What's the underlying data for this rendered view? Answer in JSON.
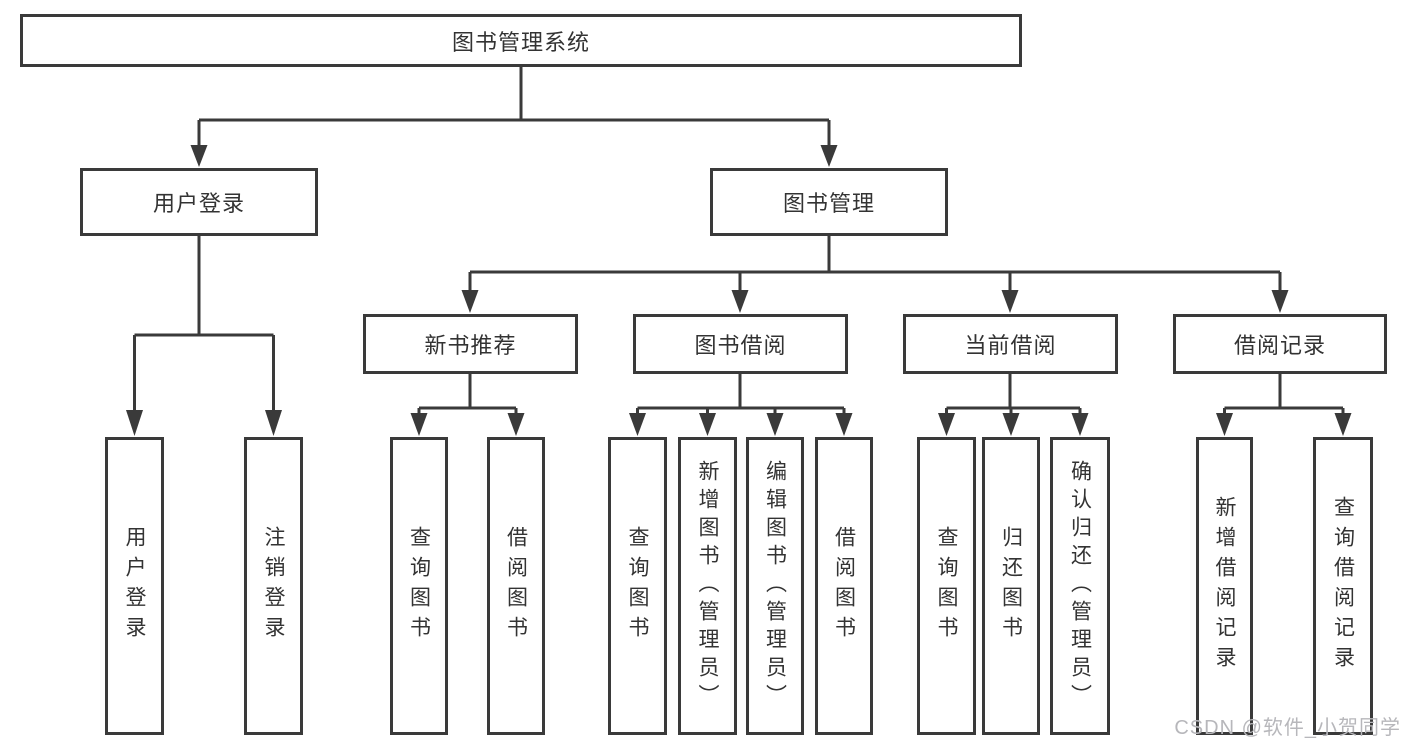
{
  "diagram_title": "图书管理系统",
  "root": {
    "label": "图书管理系统"
  },
  "branches": [
    {
      "label": "用户登录"
    },
    {
      "label": "图书管理"
    }
  ],
  "modules": [
    {
      "label": "新书推荐"
    },
    {
      "label": "图书借阅"
    },
    {
      "label": "当前借阅"
    },
    {
      "label": "借阅记录"
    }
  ],
  "leaves": [
    {
      "label": "用户登录"
    },
    {
      "label": "注销登录"
    },
    {
      "label": "查询图书"
    },
    {
      "label": "借阅图书"
    },
    {
      "label": "查询图书"
    },
    {
      "label": "新增图书（管理员）"
    },
    {
      "label": "编辑图书（管理员）"
    },
    {
      "label": "借阅图书"
    },
    {
      "label": "查询图书"
    },
    {
      "label": "归还图书"
    },
    {
      "label": "确认归还（管理员）"
    },
    {
      "label": "新增借阅记录"
    },
    {
      "label": "查询借阅记录"
    }
  ],
  "watermark": {
    "text": "CSDN @软件_小贺同学"
  },
  "colors": {
    "line": "#3a3a3a",
    "text": "#333333",
    "background": "#ffffff",
    "watermark": "#b7b7bb"
  }
}
